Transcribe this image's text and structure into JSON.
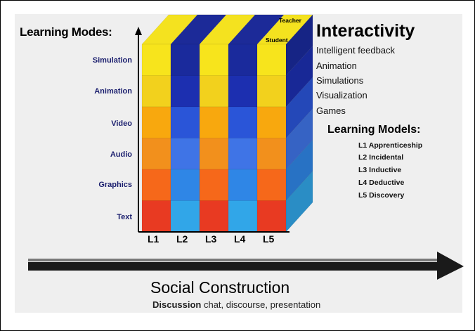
{
  "left": {
    "title": "Learning Modes:",
    "modes": [
      "Simulation",
      "Animation",
      "Video",
      "Audio",
      "Graphics",
      "Text"
    ]
  },
  "cube": {
    "top_labels": [
      "Teacher",
      "Student"
    ],
    "levels": [
      "L1",
      "L2",
      "L3",
      "L4",
      "L5"
    ]
  },
  "right": {
    "title": "Interactivity",
    "features": [
      "Intelligent feedback",
      "Animation",
      "Simulations",
      "Visualization",
      "Games"
    ],
    "models_title": "Learning Models:",
    "models": [
      "L1 Apprenticeship",
      "L2 Incidental",
      "L3 Inductive",
      "L4 Deductive",
      "L5 Discovery"
    ]
  },
  "bottom": {
    "title": "Social Construction",
    "subtitle_bold": "Discussion",
    "subtitle_rest": " chat, discourse, presentation"
  },
  "colors": {
    "row_a": [
      "#f7e41c",
      "#1c2fb0",
      "#f8a80e",
      "#3f74e6",
      "#f6681a",
      "#31a6e8"
    ],
    "row_b": [
      "#1a2a9c",
      "#f2d11d",
      "#2a55d8",
      "#f2901c",
      "#2f86e6",
      "#e83a22"
    ],
    "arrow": "#111111"
  }
}
